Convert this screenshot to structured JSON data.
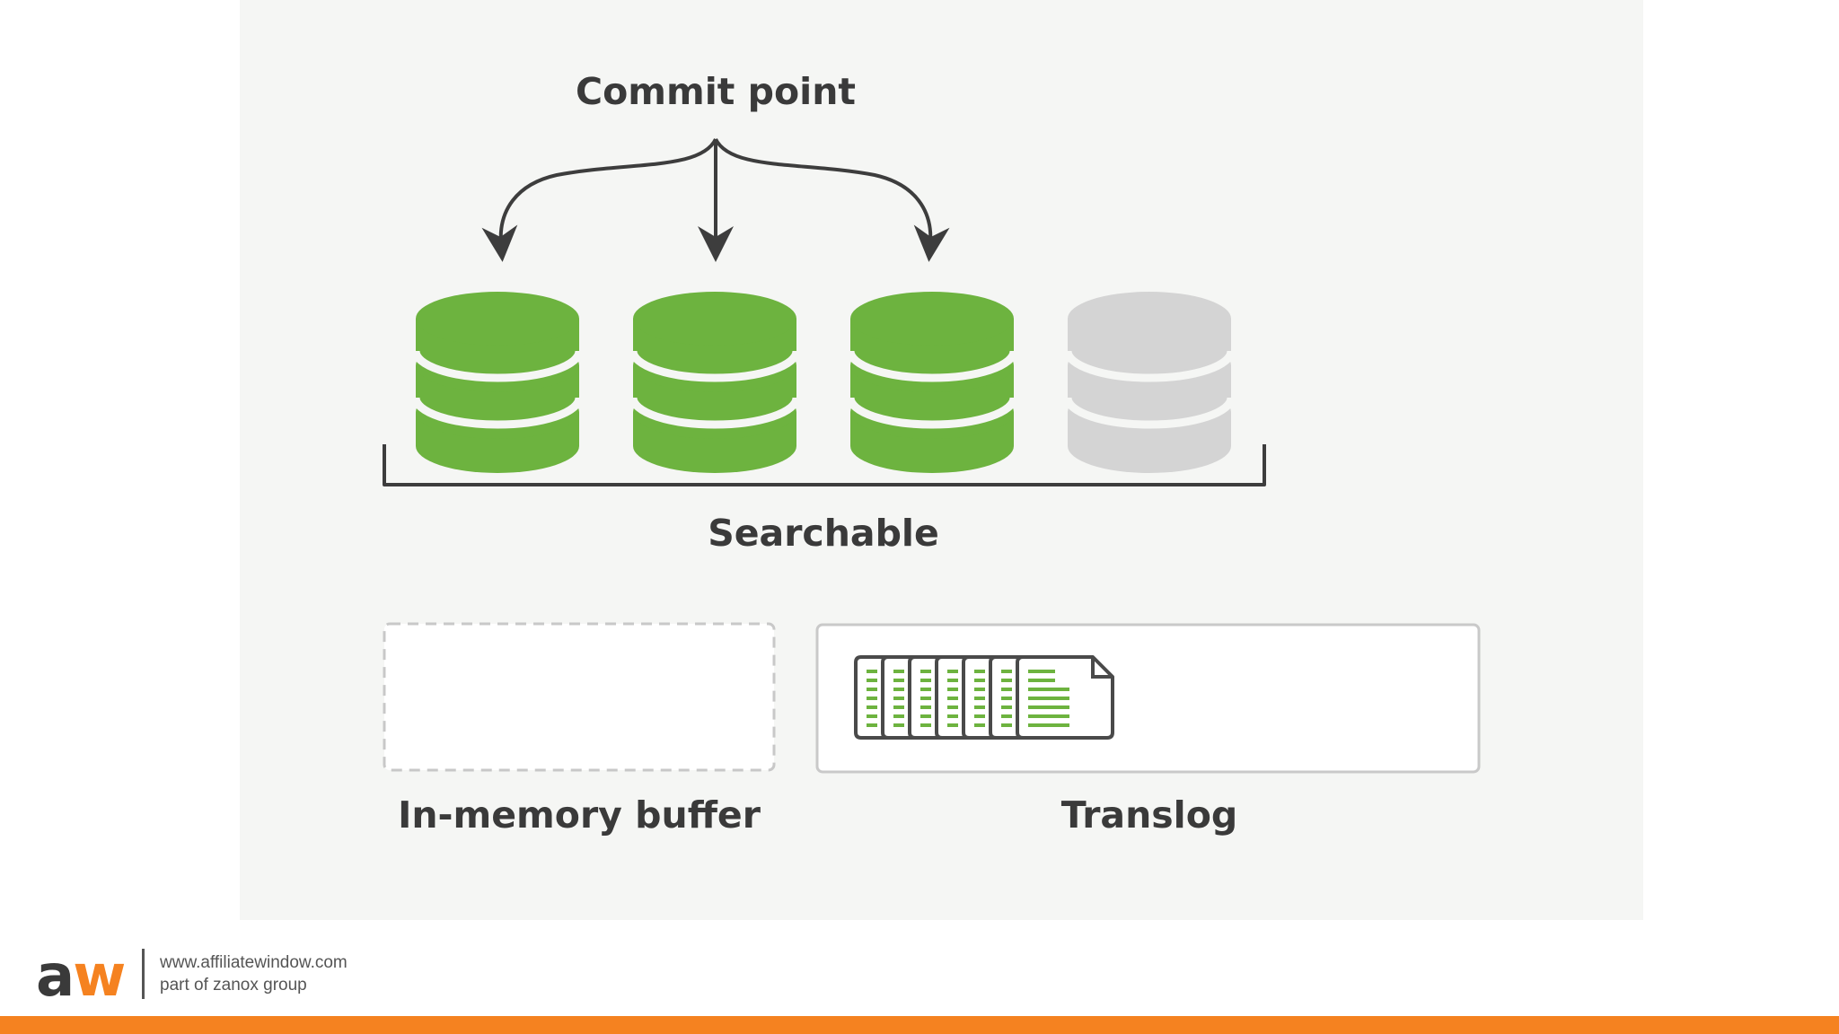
{
  "diagram": {
    "title": "Commit point",
    "segments_label": "Searchable",
    "buffer_label": "In-memory buffer",
    "translog_label": "Translog",
    "colors": {
      "committed_segment": "#6db33f",
      "uncommitted_segment": "#d4d4d4",
      "arrow": "#3d3d3d",
      "document_stripes": "#6db33f"
    },
    "segments": [
      {
        "state": "committed"
      },
      {
        "state": "committed"
      },
      {
        "state": "committed"
      },
      {
        "state": "uncommitted"
      }
    ],
    "translog_document_count": 7
  },
  "footer": {
    "logo_a": "a",
    "logo_w": "w",
    "website": "www.affiliatewindow.com",
    "tagline": "part of zanox group",
    "accent_color": "#f58220"
  }
}
